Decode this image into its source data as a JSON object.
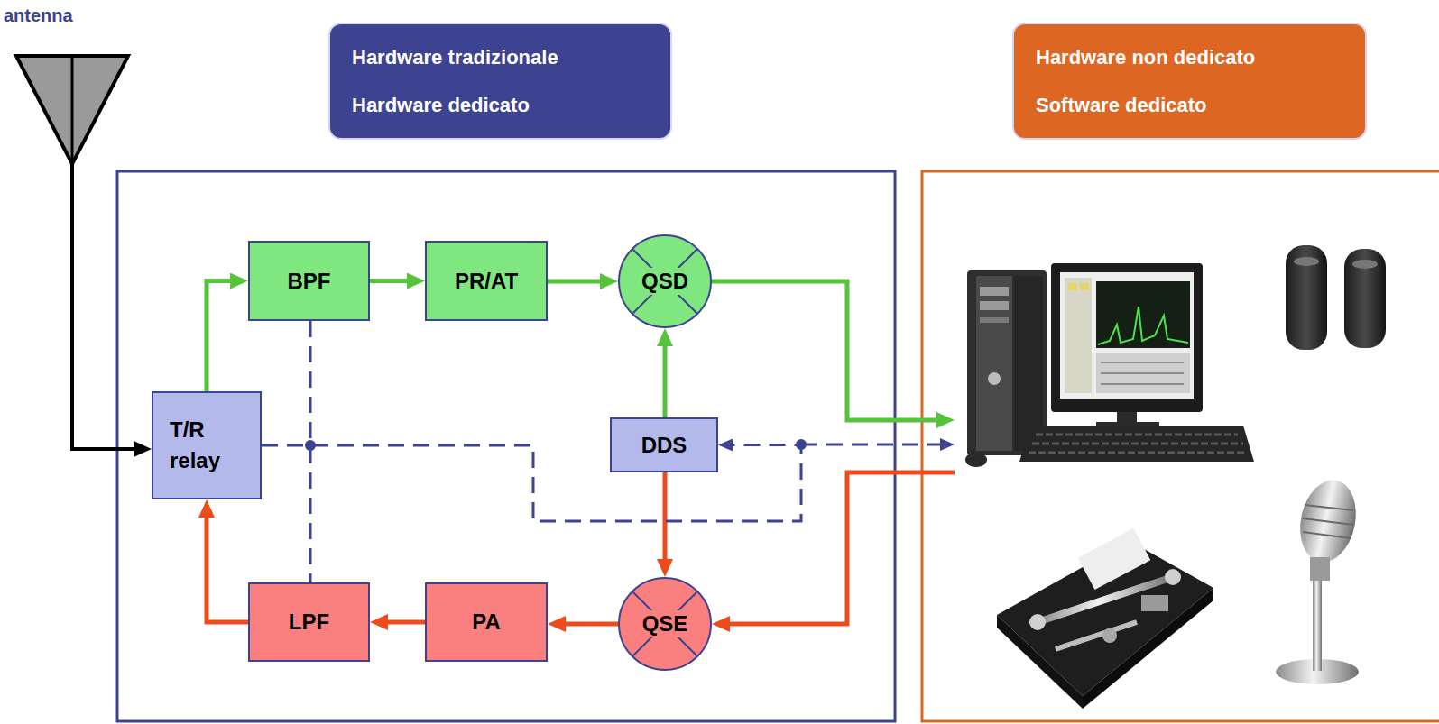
{
  "diagram": {
    "nodes": [
      {
        "text": [
          "Hardware tradizionale",
          "Hardware dedicato"
        ]
      },
      {
        "text": [
          "Hardware non dedicato",
          "Software dedicato"
        ]
      },
      {
        "text": [
          "BPF"
        ]
      },
      {
        "text": [
          "PR/AT"
        ]
      },
      {
        "text": [
          "QSD"
        ]
      },
      {
        "text": [
          "T/R relay"
        ]
      },
      {
        "text": [
          "DDS"
        ]
      },
      {
        "text": [
          "LPF"
        ]
      },
      {
        "text": [
          "PA"
        ]
      },
      {
        "text": [
          "QSE"
        ]
      }
    ],
    "edges": [
      {
        "from": 5,
        "to": 2,
        "arrow": "to"
      },
      {
        "from": 2,
        "to": 3,
        "arrow": "to"
      },
      {
        "from": 3,
        "to": 4,
        "arrow": "to"
      },
      {
        "from": 6,
        "to": 4,
        "arrow": "to"
      },
      {
        "from": 6,
        "to": 9,
        "arrow": "to"
      },
      {
        "from": 9,
        "to": 8,
        "arrow": "to"
      },
      {
        "from": 8,
        "to": 7,
        "arrow": "to"
      },
      {
        "from": 7,
        "to": 5,
        "arrow": "to"
      },
      {
        "from": 2,
        "to": 7,
        "arrow": "none"
      },
      {
        "from": 5,
        "to": 6,
        "arrow": "to"
      }
    ],
    "labels": [
      "antenna"
    ]
  }
}
